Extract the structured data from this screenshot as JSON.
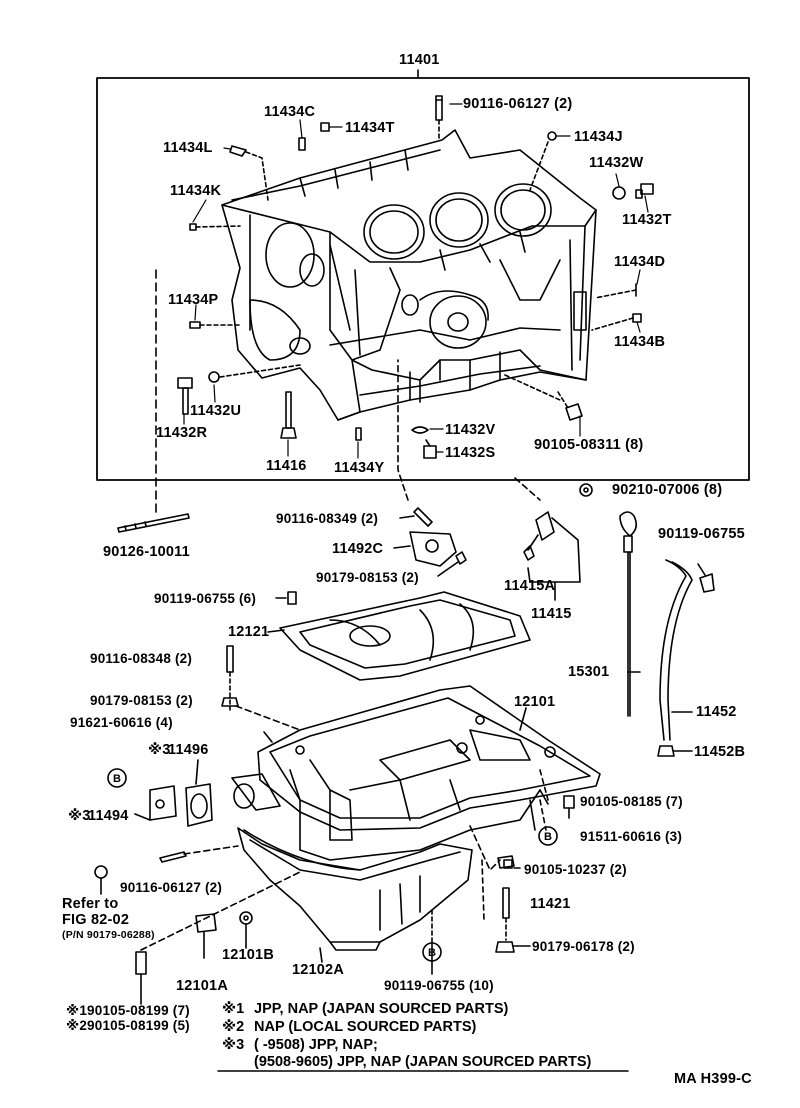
{
  "labels": {
    "l11401": "11401",
    "l90116_06127_2": "90116-06127 (2)",
    "l11434C": "11434C",
    "l11434T": "11434T",
    "l11434J": "11434J",
    "l11434L": "11434L",
    "l11432W": "11432W",
    "l11434K": "11434K",
    "l11432T": "11432T",
    "l11434D": "11434D",
    "l11434P": "11434P",
    "l11434B": "11434B",
    "l11432U": "11432U",
    "l11432R": "11432R",
    "l11432V": "11432V",
    "l90105_08311": "90105-08311 (8)",
    "l11416": "11416",
    "l11434Y": "11434Y",
    "l11432S": "11432S",
    "l90210_07006": "90210-07006 (8)",
    "l90116_08349": "90116-08349 (2)",
    "l11492C": "11492C",
    "l90119_06755_top": "90119-06755",
    "l90126_10011": "90126-10011",
    "l90179_08153_a": "90179-08153 (2)",
    "l11415A": "11415A",
    "l90119_06755_6": "90119-06755 (6)",
    "l11415": "11415",
    "l12121": "12121",
    "l90116_08348": "90116-08348 (2)",
    "l15301": "15301",
    "l90179_08153_b": "90179-08153 (2)",
    "l12101": "12101",
    "l11452": "11452",
    "l91621": "91621-60616 (4)",
    "l11496": "11496",
    "l11452B": "11452B",
    "l90105_08185": "90105-08185 (7)",
    "l11494": "11494",
    "l91511": "91511-60616 (3)",
    "l90105_10237": "90105-10237 (2)",
    "l90116_06127_2b": "90116-06127 (2)",
    "l_refer": "Refer to",
    "l_fig": "FIG 82-02",
    "l_pn": "(P/N 90179-06288)",
    "l11421": "11421",
    "l12101B": "12101B",
    "l12102A": "12102A",
    "l90179_06178": "90179-06178 (2)",
    "l12101A": "12101A",
    "l90119_06755_10": "90119-06755 (10)",
    "l90105_08199_7": "90105-08199 (7)",
    "l90105_08199_5": "90105-08199 (5)",
    "mark1": "※1",
    "mark2": "※2",
    "mark3": "※3",
    "mark_b": "B"
  },
  "legend": {
    "m1": "※1",
    "t1": "JPP, NAP (JAPAN SOURCED PARTS)",
    "m2": "※2",
    "t2": "NAP (LOCAL SOURCED PARTS)",
    "m3": "※3",
    "t3a": "(        -9508) JPP, NAP;",
    "t3b": "(9508-9605) JPP, NAP (JAPAN SOURCED PARTS)"
  },
  "footer": "MA  H399-C"
}
